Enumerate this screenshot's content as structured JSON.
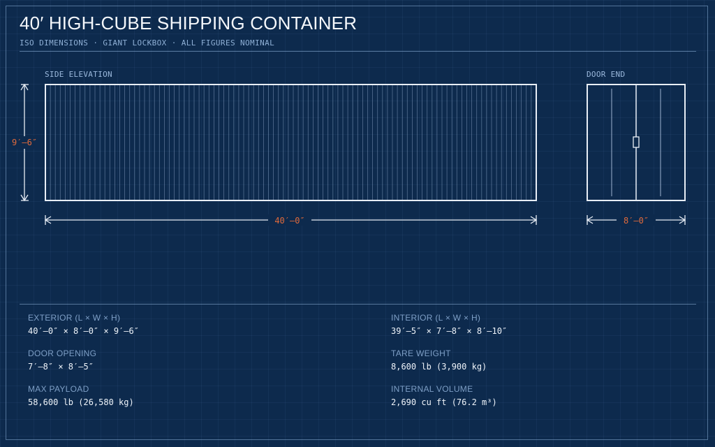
{
  "header": {
    "title": "40′ HIGH-CUBE SHIPPING CONTAINER",
    "subtitle": "ISO DIMENSIONS · GIANT LOCKBOX · ALL FIGURES NOMINAL"
  },
  "views": {
    "side_label": "SIDE ELEVATION",
    "door_label": "DOOR END"
  },
  "dimensions": {
    "height": "9′–6″",
    "length": "40′–0″",
    "width": "8′–0″"
  },
  "specs": [
    {
      "label": "EXTERIOR (L × W × H)",
      "value": "40′–0″ × 8′–0″ × 9′–6″"
    },
    {
      "label": "INTERIOR (L × W × H)",
      "value": "39′–5″ × 7′–8″ × 8′–10″"
    },
    {
      "label": "DOOR OPENING",
      "value": "7′–8″ × 8′–5″"
    },
    {
      "label": "TARE WEIGHT",
      "value": "8,600 lb (3,900 kg)"
    },
    {
      "label": "MAX PAYLOAD",
      "value": "58,600 lb (26,580 kg)"
    },
    {
      "label": "INTERNAL VOLUME",
      "value": "2,690 cu ft (76.2 m³)"
    }
  ],
  "colors": {
    "background": "#0d2a4d",
    "line": "#e8eef6",
    "dimension_text": "#e06a3c",
    "label": "#7e9fc6"
  }
}
